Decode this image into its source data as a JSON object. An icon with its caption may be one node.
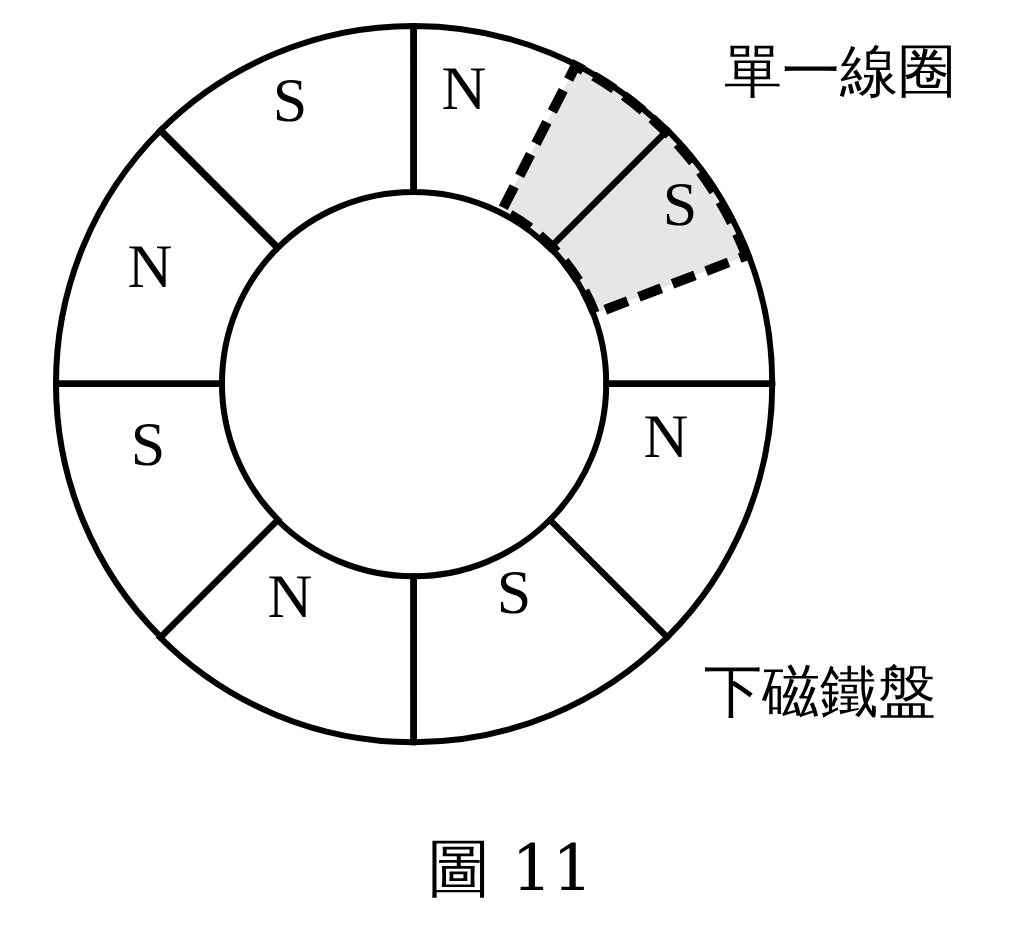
{
  "diagram": {
    "caption": "圖 11",
    "nodes": [
      {
        "text": [
          "S"
        ]
      },
      {
        "text": [
          "N"
        ]
      },
      {
        "text": [
          "S"
        ]
      },
      {
        "text": [
          "N"
        ]
      },
      {
        "text": [
          "S"
        ]
      },
      {
        "text": [
          "N"
        ]
      },
      {
        "text": [
          "S"
        ]
      },
      {
        "text": [
          "N"
        ]
      },
      {
        "text": [],
        "shape": "box",
        "beside": [
          "單一線圈"
        ]
      }
    ],
    "labels": [
      "下磁鐵盤"
    ]
  }
}
